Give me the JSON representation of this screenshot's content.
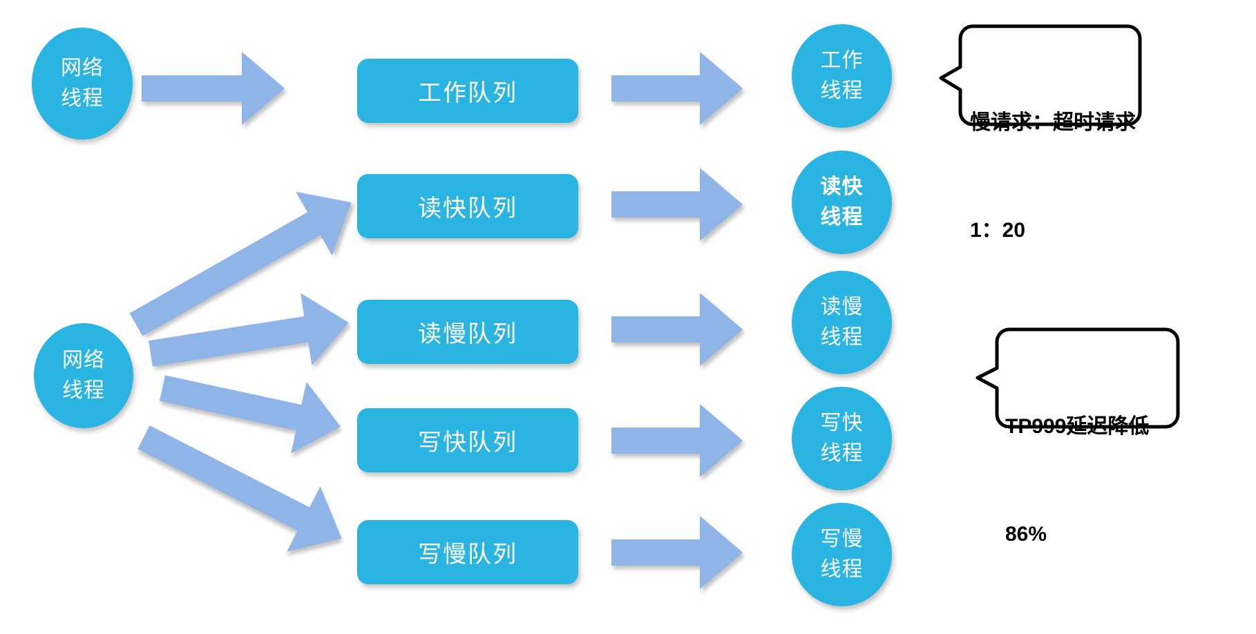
{
  "colors": {
    "node_fill": "#29b4e2",
    "node_text": "#ffffff",
    "arrow_fill": "#8fb4e8",
    "callout_fill": "#ffffff",
    "callout_border": "#000000",
    "callout_text": "#000000"
  },
  "source_threads": [
    {
      "line1": "网络",
      "line2": "线程"
    },
    {
      "line1": "网络",
      "line2": "线程"
    }
  ],
  "queues": [
    {
      "label": "工作队列"
    },
    {
      "label": "读快队列"
    },
    {
      "label": "读慢队列"
    },
    {
      "label": "写快队列"
    },
    {
      "label": "写慢队列"
    }
  ],
  "worker_threads": [
    {
      "line1": "工作",
      "line2": "线程",
      "emphasis": false
    },
    {
      "line1": "读快",
      "line2": "线程",
      "emphasis": true
    },
    {
      "line1": "读慢",
      "line2": "线程",
      "emphasis": false
    },
    {
      "line1": "写快",
      "line2": "线程",
      "emphasis": false
    },
    {
      "line1": "写慢",
      "line2": "线程",
      "emphasis": false
    }
  ],
  "callouts": [
    {
      "line1": "慢请求：超时请求",
      "line2": "1：20"
    },
    {
      "line1": "TP999延迟降低",
      "line2": "86%"
    }
  ]
}
